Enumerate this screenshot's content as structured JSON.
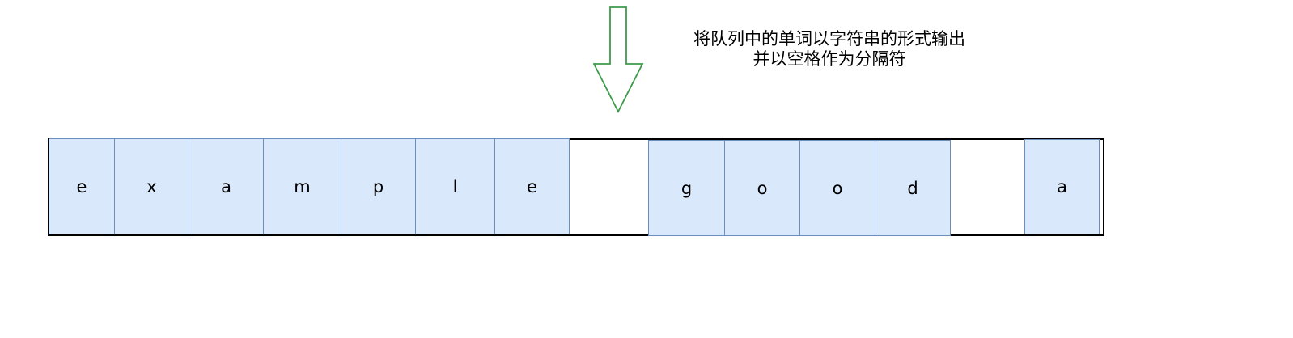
{
  "annotation": {
    "line1": "将队列中的单词以字符串的形式输出",
    "line2": "并以空格作为分隔符"
  },
  "arrow_icon": "down-arrow-icon",
  "colors": {
    "cell_fill": "#dae8fc",
    "cell_border": "#6c8ebf",
    "arrow_stroke": "#3d9a4a",
    "track_border": "#000000"
  },
  "cells": [
    {
      "char": "e",
      "group": "example"
    },
    {
      "char": "x",
      "group": "example"
    },
    {
      "char": "a",
      "group": "example"
    },
    {
      "char": "m",
      "group": "example"
    },
    {
      "char": "p",
      "group": "example"
    },
    {
      "char": "l",
      "group": "example"
    },
    {
      "char": "e",
      "group": "example"
    },
    {
      "char": "g",
      "group": "good"
    },
    {
      "char": "o",
      "group": "good"
    },
    {
      "char": "o",
      "group": "good"
    },
    {
      "char": "d",
      "group": "good"
    },
    {
      "char": "a",
      "group": "a"
    }
  ]
}
